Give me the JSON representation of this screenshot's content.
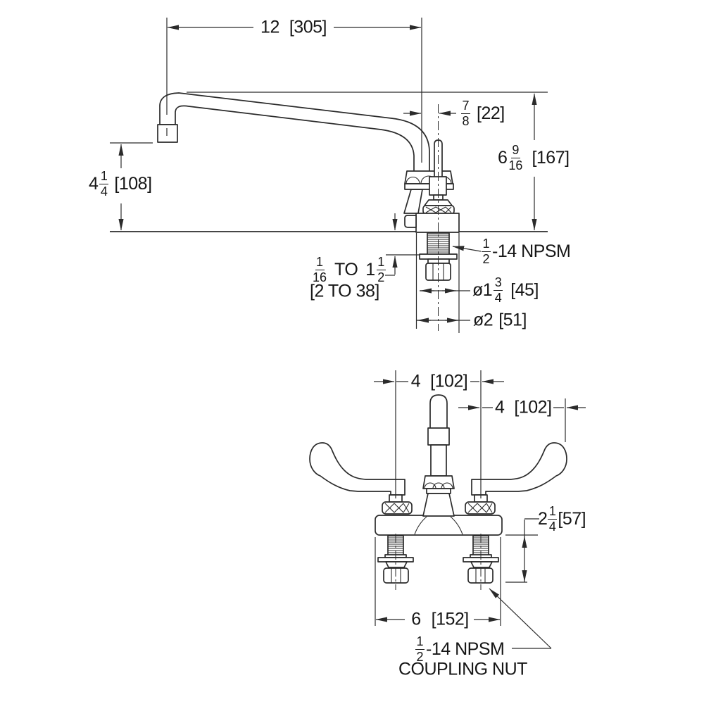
{
  "colors": {
    "line": "#2b2b2b",
    "text": "#161616",
    "background": "#ffffff"
  },
  "side_view": {
    "spout_reach": {
      "value": "12",
      "metric": "[305]"
    },
    "handle_offset": {
      "num": "7",
      "den": "8",
      "metric": "[22]"
    },
    "spout_height": {
      "whole": "6",
      "num": "9",
      "den": "16",
      "metric": "[167]"
    },
    "outlet_clearance": {
      "whole": "4",
      "num": "1",
      "den": "4",
      "metric": "[108]"
    },
    "shank_thread": {
      "num": "1",
      "den": "2",
      "suffix": "-14 NPSM"
    },
    "deck_thickness": {
      "min_num": "1",
      "min_den": "16",
      "joiner": "TO",
      "max_whole": "1",
      "max_num": "1",
      "max_den": "2",
      "metric": "[2 TO 38]"
    },
    "flange_diameter": {
      "prefix": "ø1",
      "num": "3",
      "den": "4",
      "metric": "[45]"
    },
    "shank_clearance_diameter": {
      "value": "ø2",
      "metric": "[51]"
    }
  },
  "bottom_view": {
    "handle_spread": {
      "value": "4",
      "metric": "[102]"
    },
    "handle_length": {
      "value": "4",
      "metric": "[102]"
    },
    "below_deck_clearance": {
      "whole": "2",
      "num": "1",
      "den": "4",
      "metric": "[57]"
    },
    "base_width": {
      "value": "6",
      "metric": "[152]"
    },
    "coupling_nut": {
      "num": "1",
      "den": "2",
      "suffix": "-14 NPSM",
      "line2": "COUPLING NUT"
    }
  }
}
